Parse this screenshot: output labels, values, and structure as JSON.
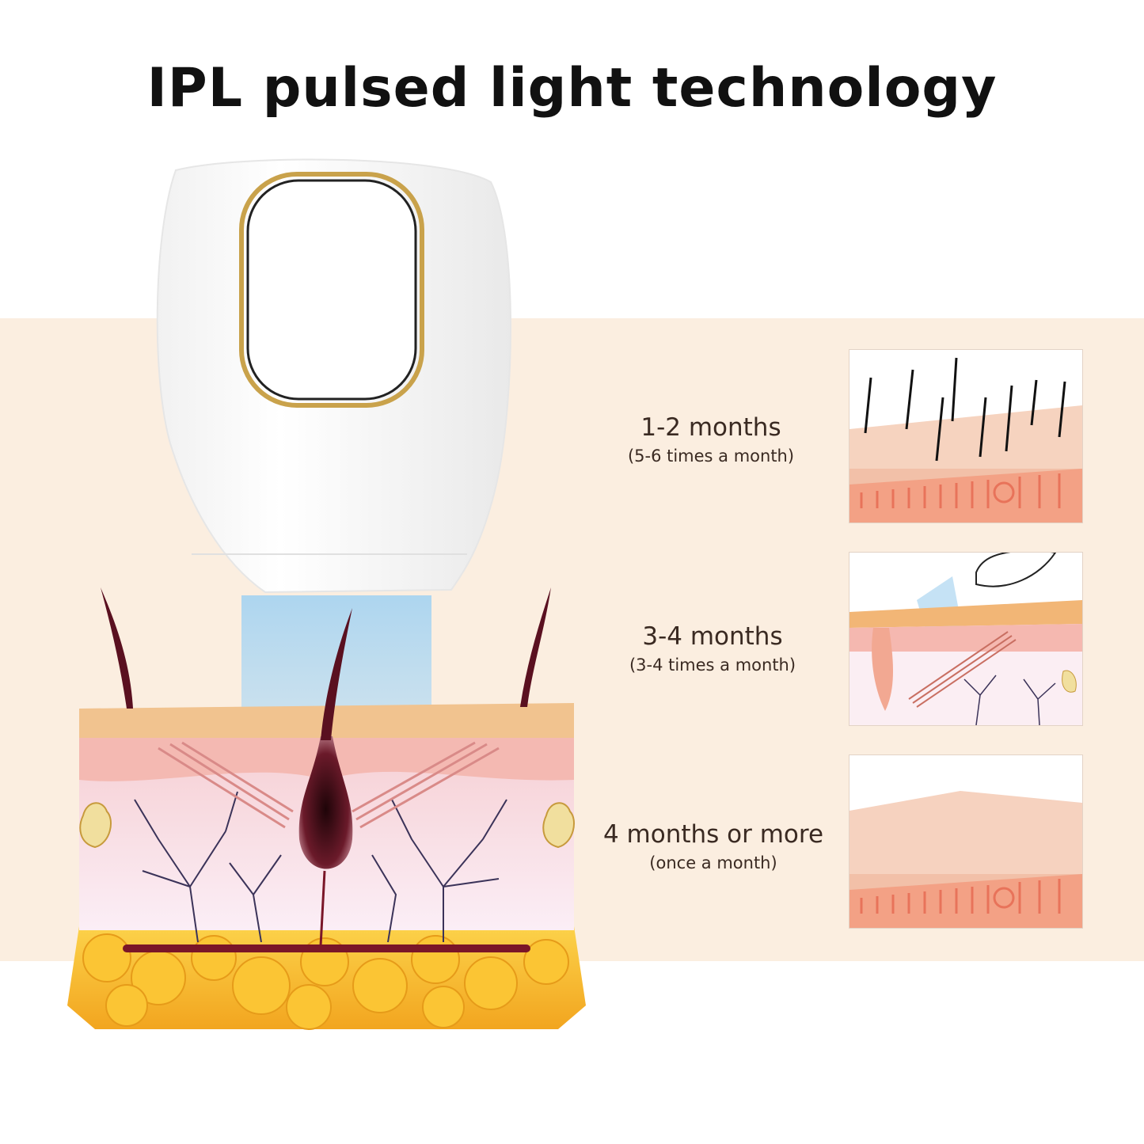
{
  "title": "IPL pulsed light technology",
  "stages": [
    {
      "label": "1-2 months",
      "frequency": "(5-6 times a month)"
    },
    {
      "label": "3-4 months",
      "frequency": "(3-4 times a month)"
    },
    {
      "label": "4 months or more",
      "frequency": "(once a month)"
    }
  ],
  "colors": {
    "band": "#fbeee0",
    "device_accent": "#c9a24b",
    "skin": "#f0c59a",
    "fat": "#f7b327",
    "hair": "#5a1020",
    "light_beam": "#b9dcf2"
  }
}
